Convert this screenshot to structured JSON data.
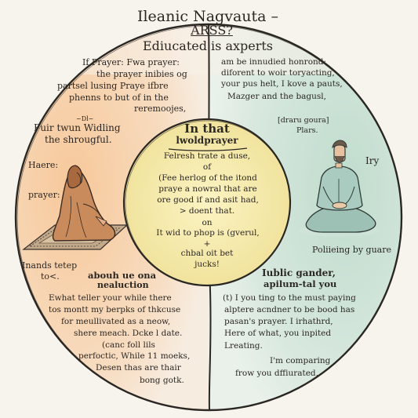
{
  "title": {
    "line1": "Ileanic Nagvauta –",
    "line2": "ARSS?",
    "subtitle": "Ediucated is axperts"
  },
  "center": {
    "heading_line1": "In that",
    "heading_line2": "lwoldprayer",
    "body_line1": "Felresh trate a duse,",
    "body_line2": "of",
    "body_line3": "(Fee herlog of the itond",
    "body_line4": "praye a nowral that are",
    "body_line5": "ore good if and asit had,",
    "body_line6": "> doent that.",
    "body_line7": "on",
    "body_line8": "It wid to phop is (gverul,",
    "body_line9": "+",
    "body_line10": "chbal oit bet",
    "body_line11": "jucks!"
  },
  "upper_left": {
    "line1": "If Prayer: Fwa prayer:",
    "line2": "the prayer inibies og",
    "line3": "partsel lusing Praye ifbre",
    "line4": "phenns to but of in the",
    "line5": "reremoojes,",
    "mark": "~Dl~",
    "line6": "Fuir twun Widling",
    "line7": "the shrougful.",
    "label_haere": "Haere:",
    "label_prayer": "prayer:"
  },
  "lower_left": {
    "side_line1": "Inands tetep",
    "side_line2": "to<.",
    "heading_line1": "abouh ue ona",
    "heading_line2": "nealuction",
    "line1": "Ewhat teller your while there",
    "line2": "tos montt my berpks of thkcuse",
    "line3": "for meullivated as a neow,",
    "line4": "shere meach. Dcke l date.",
    "line5": "(canc foll lils",
    "line6": "perfoctic, While 11 moeks,",
    "line7": "Desen thas are thair",
    "line8": "bong gotk."
  },
  "upper_right": {
    "line1": "am be innudied honrond:",
    "line2": "diforent to woir toryacting,",
    "line3": "your pus helt, I kove a pauts,",
    "line4": "Mazger and the bagusl,",
    "bracket_line1": "[draru goura]",
    "bracket_line2": "Plars.",
    "label_iry": "Iry",
    "caption": "Poliieing by guare"
  },
  "lower_right": {
    "heading_line1": "Iublic gander,",
    "heading_line2": "apilum-tal you",
    "line1": "(t) I you ting to the must paying",
    "line2": "alptere acndner to be bood has",
    "line3": "pasan's prayer. I irhathrd,",
    "line4": "Here of what, you inpited",
    "line5": "Lreating.",
    "line6": "I'm comparing",
    "line7": "frow you dffiurated,"
  },
  "colors": {
    "left_wash": "#f5cfa6",
    "right_wash": "#cfe3d7",
    "center_fill": "#f6eeb2",
    "ink": "#2b2723",
    "robe": "#c98a5c",
    "shirt": "#9ec1b6"
  },
  "icons": [
    "kneeling-figure-icon",
    "prayer-mat-icon",
    "seated-meditating-figure-icon"
  ]
}
